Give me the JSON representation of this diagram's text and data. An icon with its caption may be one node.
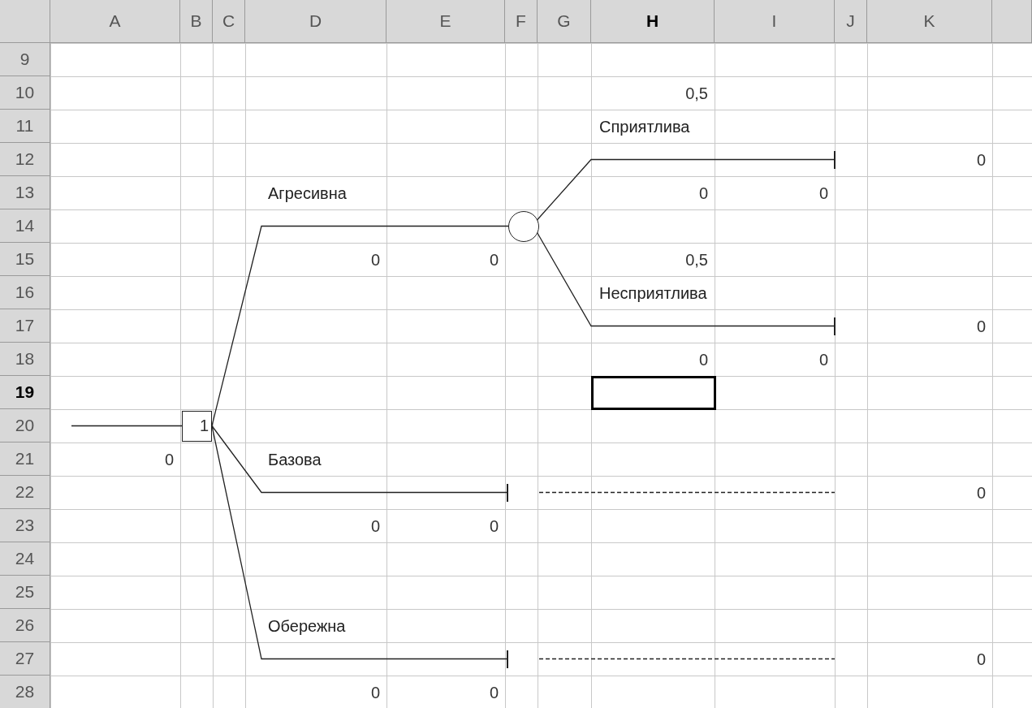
{
  "diagram": {
    "nodes": [
      {
        "text": [
          "1"
        ]
      },
      {
        "text": [],
        "shape": "circle"
      },
      {
        "text": [],
        "shape": "bar"
      },
      {
        "text": [],
        "shape": "bar"
      },
      {
        "text": [],
        "shape": "bar"
      },
      {
        "text": [],
        "shape": "bar"
      }
    ],
    "edges": [
      {
        "from": null,
        "to": 0,
        "arrow": "none"
      },
      {
        "from": 0,
        "to": 1,
        "arrow": "none",
        "label": "Агресивна"
      },
      {
        "from": 0,
        "to": 4,
        "arrow": "none",
        "label": "Базова"
      },
      {
        "from": 0,
        "to": 5,
        "arrow": "none",
        "label": "Обережна"
      },
      {
        "from": 1,
        "to": 2,
        "arrow": "none",
        "label": "Сприятлива"
      },
      {
        "from": 1,
        "to": 3,
        "arrow": "none",
        "label": "Несприятлива"
      },
      {
        "from": 4,
        "to": null,
        "arrow": "none",
        "style": "dashed"
      },
      {
        "from": 5,
        "to": null,
        "arrow": "none",
        "style": "dashed"
      }
    ],
    "labels": [
      "A",
      "B",
      "C",
      "D",
      "E",
      "F",
      "G",
      "H",
      "I",
      "J",
      "K",
      "9",
      "10",
      "11",
      "12",
      "13",
      "14",
      "15",
      "16",
      "17",
      "18",
      "19",
      "20",
      "21",
      "22",
      "23",
      "24",
      "25",
      "26",
      "27",
      "28",
      "0,5",
      "0",
      "0",
      "0",
      "0",
      "0",
      "0,5",
      "0",
      "0",
      "0",
      "0",
      "0",
      "0",
      "0",
      "0",
      "0",
      "0"
    ]
  }
}
